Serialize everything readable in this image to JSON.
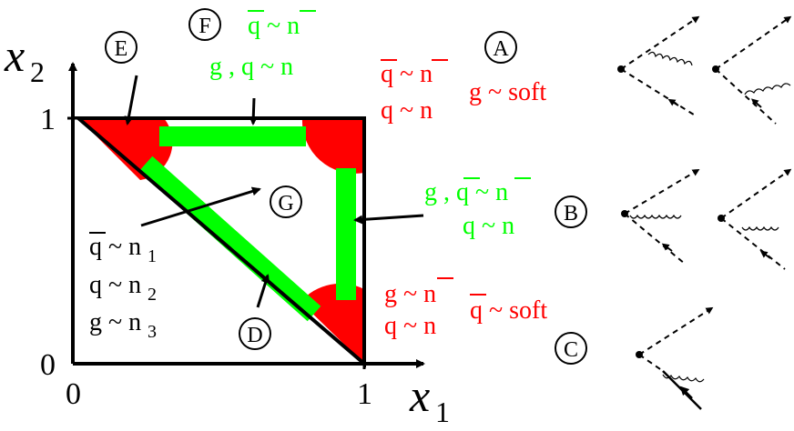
{
  "colors": {
    "red": "#ff0000",
    "green": "#00ff00",
    "black": "#000000"
  },
  "axes": {
    "x_label": "x",
    "x_sub": "1",
    "y_label": "x",
    "y_sub": "2",
    "x_ticks": [
      "0",
      "1"
    ],
    "y_ticks": [
      "0",
      "1"
    ]
  },
  "regions": {
    "A": {
      "tag": "A",
      "lines": [
        "q ~ n",
        "q ~ n"
      ],
      "extra": "g ~ soft"
    },
    "B": {
      "tag": "B",
      "lines": [
        "g , q ~ n",
        "q ~ n"
      ]
    },
    "C": {
      "tag": "C",
      "lines": [
        "g ~ n",
        "q ~ n"
      ],
      "extra": "q ~ soft"
    },
    "D": {
      "tag": "D"
    },
    "E": {
      "tag": "E"
    },
    "F": {
      "tag": "F",
      "lines": [
        "q ~ n",
        "g , q ~ n"
      ]
    },
    "G": {
      "tag": "G",
      "lines": [
        "q ~ n",
        "q ~ n",
        "g ~ n"
      ],
      "subs": [
        "1",
        "2",
        "3"
      ]
    }
  },
  "diagram_icons": [
    "gluon-emission-vertex-icon",
    "quark-line-icon",
    "gluon-line-icon"
  ]
}
